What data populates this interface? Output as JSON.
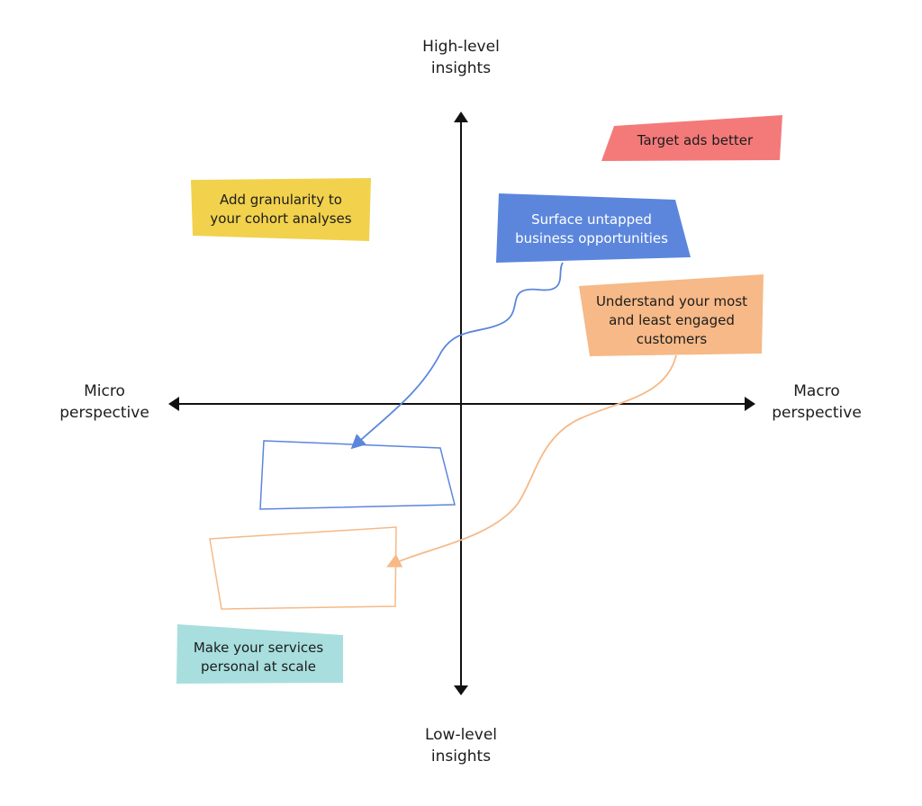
{
  "axes": {
    "top": [
      "High-level",
      "insights"
    ],
    "bottom": [
      "Low-level",
      "insights"
    ],
    "left": [
      "Micro",
      "perspective"
    ],
    "right": [
      "Macro",
      "perspective"
    ]
  },
  "notes": [
    {
      "id": "target-ads",
      "lines": [
        "Target ads better"
      ],
      "color": "#f47a7a",
      "text_color": "#1c1c1c"
    },
    {
      "id": "add-granularity",
      "lines": [
        "Add granularity to",
        "your cohort analyses"
      ],
      "color": "#f2d14c",
      "text_color": "#1c1c1c"
    },
    {
      "id": "surface-untapped",
      "lines": [
        "Surface untapped",
        "business opportunities"
      ],
      "color": "#5b86dc",
      "text_color": "#ffffff"
    },
    {
      "id": "understand-engaged",
      "lines": [
        "Understand your most",
        "and least engaged",
        "customers"
      ],
      "color": "#f6b987",
      "text_color": "#1c1c1c"
    },
    {
      "id": "make-personal",
      "lines": [
        "Make your services",
        "personal at scale"
      ],
      "color": "#a8dede",
      "text_color": "#1c1c1c"
    }
  ],
  "colors": {
    "axis": "#111111",
    "blue_connector": "#5b86dc",
    "orange_connector": "#f6b987"
  }
}
